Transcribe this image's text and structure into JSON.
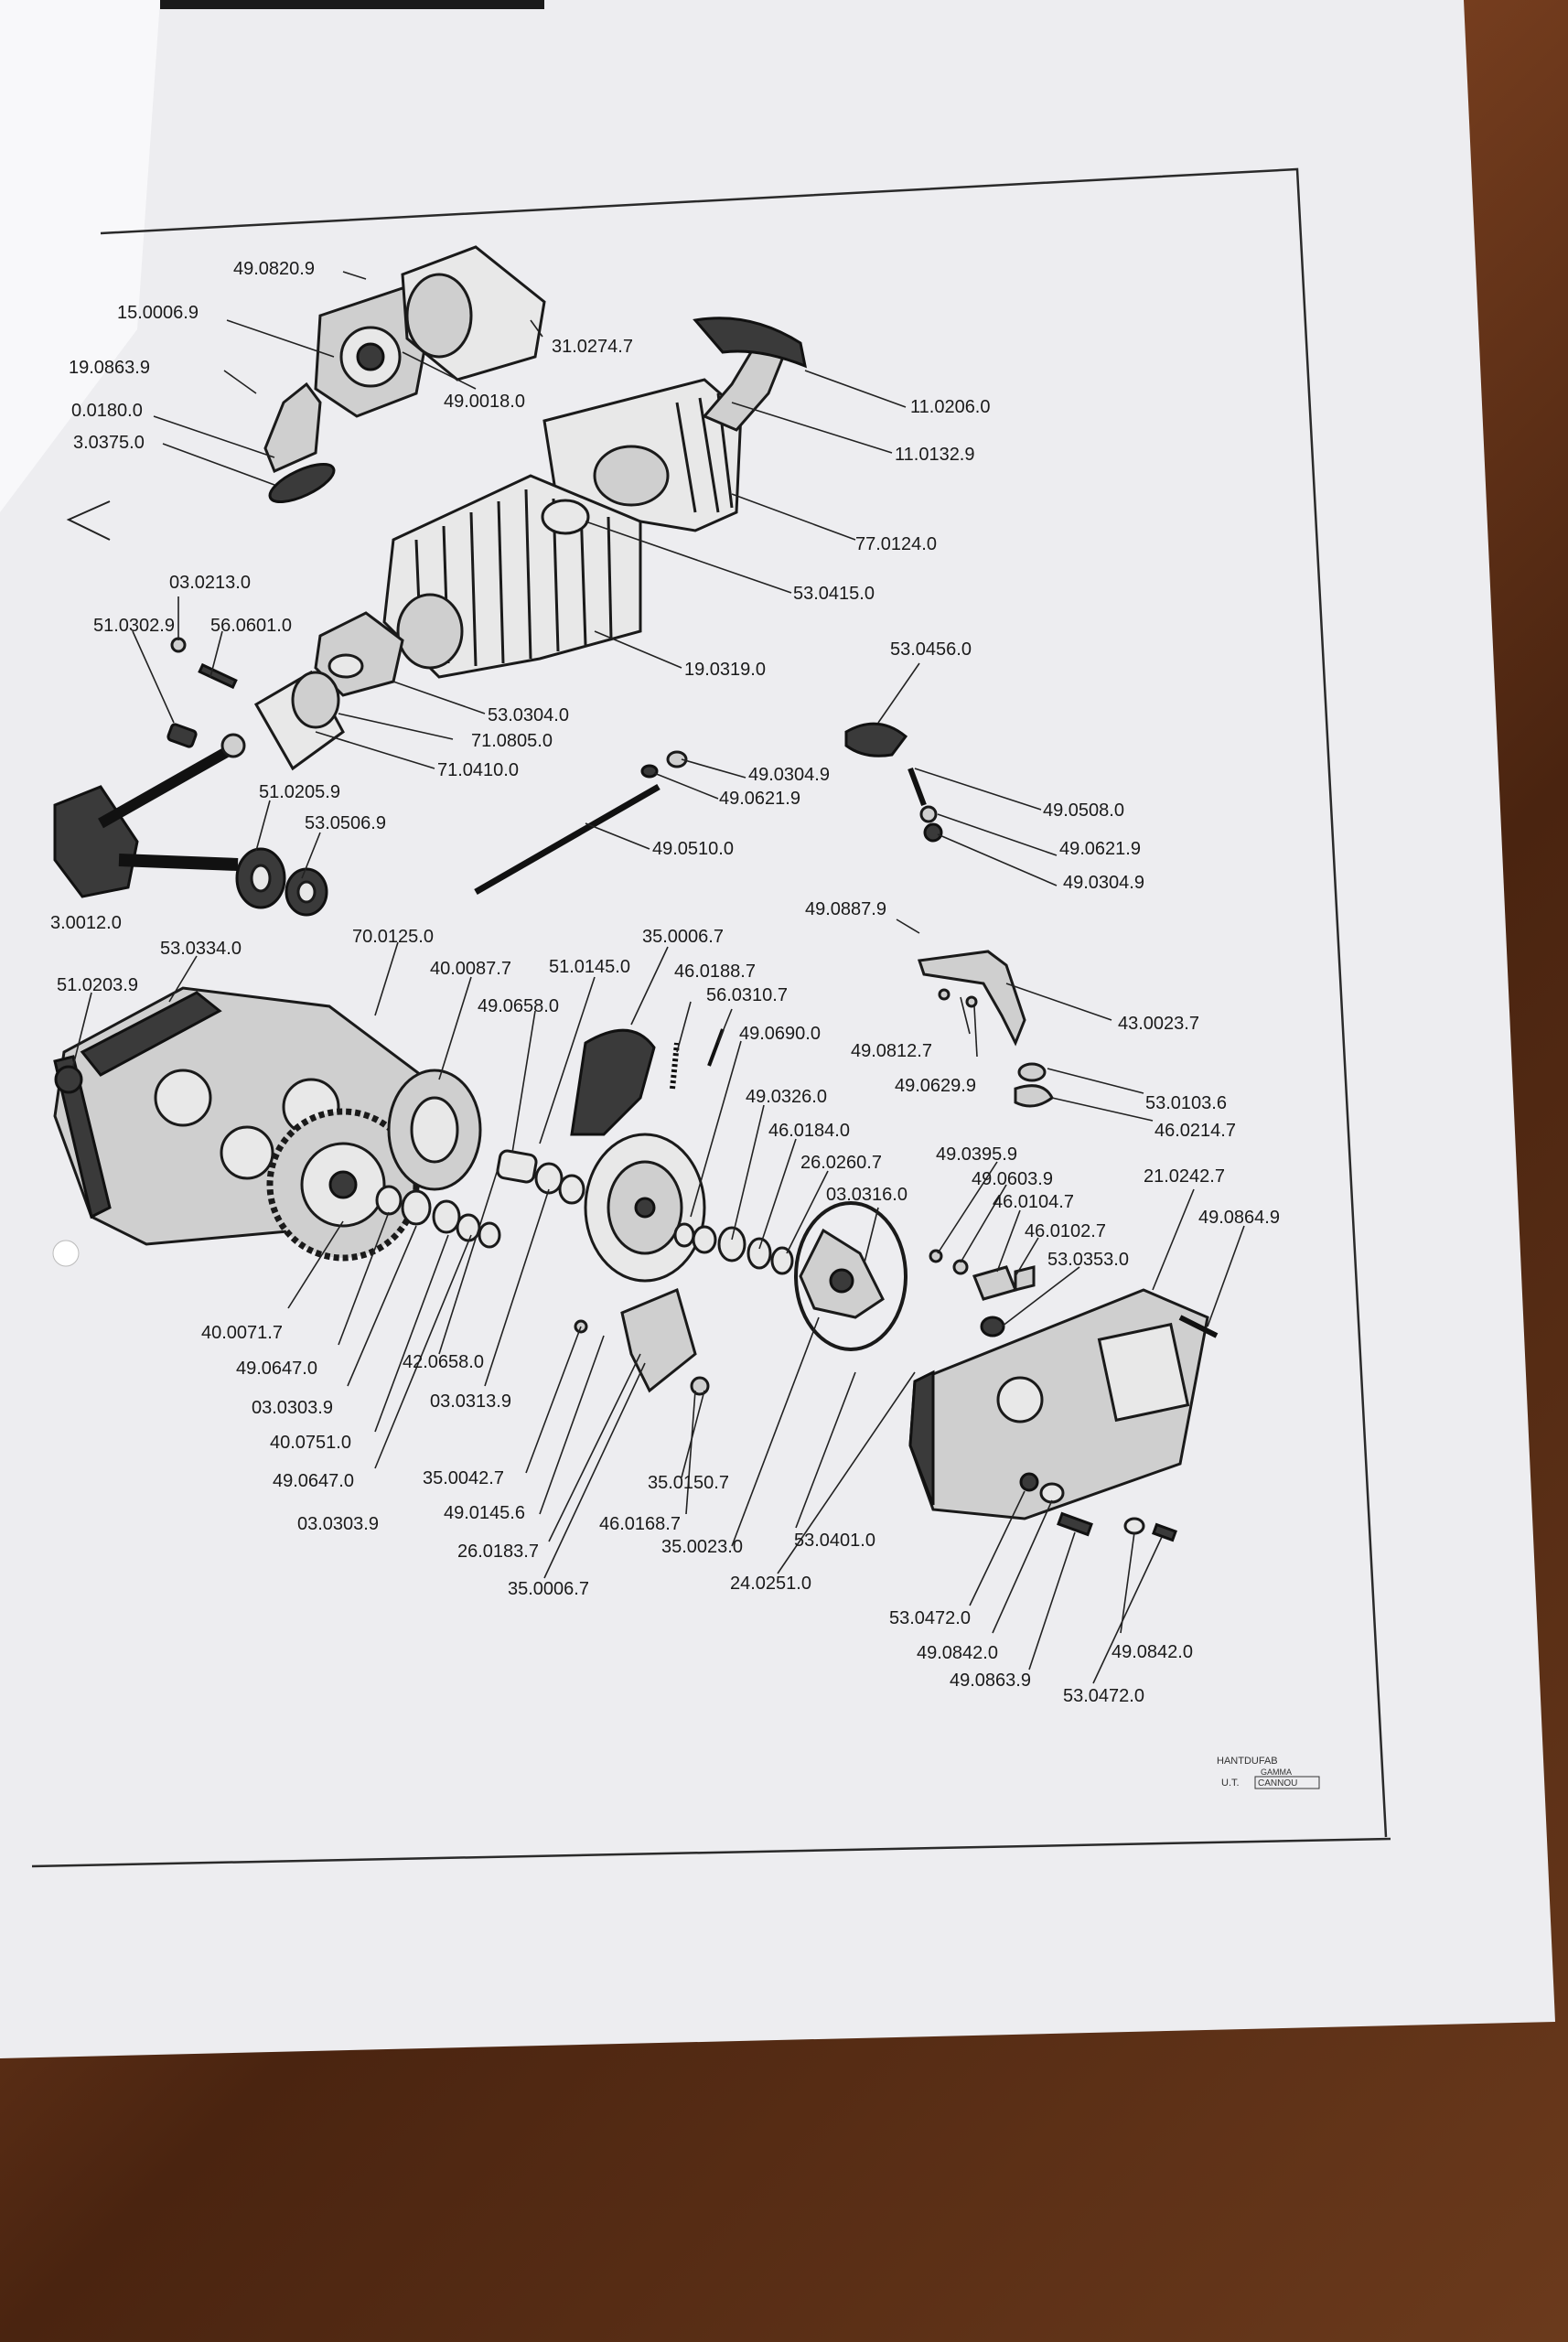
{
  "labels": {
    "p49_0820_9": "49.0820.9",
    "p15_0006_9": "15.0006.9",
    "p31_0274_7": "31.0274.7",
    "p19_0863_9": "19.0863.9",
    "p49_0018_0": "49.0018.0",
    "p0_0180_0": "0.0180.0",
    "p3_0375_0": "3.0375.0",
    "p11_0206_0": "11.0206.0",
    "p11_0132_9": "11.0132.9",
    "p77_0124_0": "77.0124.0",
    "p53_0415_0": "53.0415.0",
    "p03_0213_0": "03.0213.0",
    "p51_0302_9": "51.0302.9",
    "p56_0601_0": "56.0601.0",
    "p19_0319_0": "19.0319.0",
    "p53_0456_0": "53.0456.0",
    "p53_0304_0": "53.0304.0",
    "p71_0805_0": "71.0805.0",
    "p71_0410_0": "71.0410.0",
    "p49_0304_9a": "49.0304.9",
    "p49_0621_9a": "49.0621.9",
    "p49_0508_0": "49.0508.0",
    "p51_0205_9": "51.0205.9",
    "p53_0506_9": "53.0506.9",
    "p49_0621_9b": "49.0621.9",
    "p49_0510_0": "49.0510.0",
    "p49_0304_9b": "49.0304.9",
    "p3_0012_0": "3.0012.0",
    "p49_0887_9": "49.0887.9",
    "p53_0334_0": "53.0334.0",
    "p70_0125_0": "70.0125.0",
    "p35_0006_7a": "35.0006.7",
    "p51_0203_9": "51.0203.9",
    "p40_0087_7": "40.0087.7",
    "p51_0145_0": "51.0145.0",
    "p46_0188_7": "46.0188.7",
    "p56_0310_7": "56.0310.7",
    "p49_0658_0": "49.0658.0",
    "p43_0023_7": "43.0023.7",
    "p49_0690_0": "49.0690.0",
    "p49_0812_7": "49.0812.7",
    "p49_0629_9": "49.0629.9",
    "p53_0103_6": "53.0103.6",
    "p49_0326_0": "49.0326.0",
    "p46_0214_7": "46.0214.7",
    "p46_0184_0": "46.0184.0",
    "p26_0260_7": "26.0260.7",
    "p49_0395_9": "49.0395.9",
    "p49_0603_9": "49.0603.9",
    "p21_0242_7": "21.0242.7",
    "p03_0316_0": "03.0316.0",
    "p46_0104_7": "46.0104.7",
    "p49_0864_9": "49.0864.9",
    "p46_0102_7": "46.0102.7",
    "p53_0353_0": "53.0353.0",
    "p40_0071_7": "40.0071.7",
    "p49_0647_0a": "49.0647.0",
    "p42_0658_0": "42.0658.0",
    "p03_0303_9a": "03.0303.9",
    "p03_0313_9": "03.0313.9",
    "p40_0751_0": "40.0751.0",
    "p49_0647_0b": "49.0647.0",
    "p35_0042_7": "35.0042.7",
    "p35_0150_7": "35.0150.7",
    "p03_0303_9b": "03.0303.9",
    "p49_0145_6": "49.0145.6",
    "p46_0168_7": "46.0168.7",
    "p53_0401_0": "53.0401.0",
    "p26_0183_7": "26.0183.7",
    "p35_0023_0": "35.0023.0",
    "p35_0006_7b": "35.0006.7",
    "p24_0251_0": "24.0251.0",
    "p53_0472_0a": "53.0472.0",
    "p49_0842_0a": "49.0842.0",
    "p49_0842_0b": "49.0842.0",
    "p49_0863_9": "49.0863.9",
    "p53_0472_0b": "53.0472.0"
  },
  "stamp": {
    "line1": "HANTDUFAB",
    "line2": "GAMMA",
    "line3": "U.T.",
    "line4": "CANNOU"
  }
}
